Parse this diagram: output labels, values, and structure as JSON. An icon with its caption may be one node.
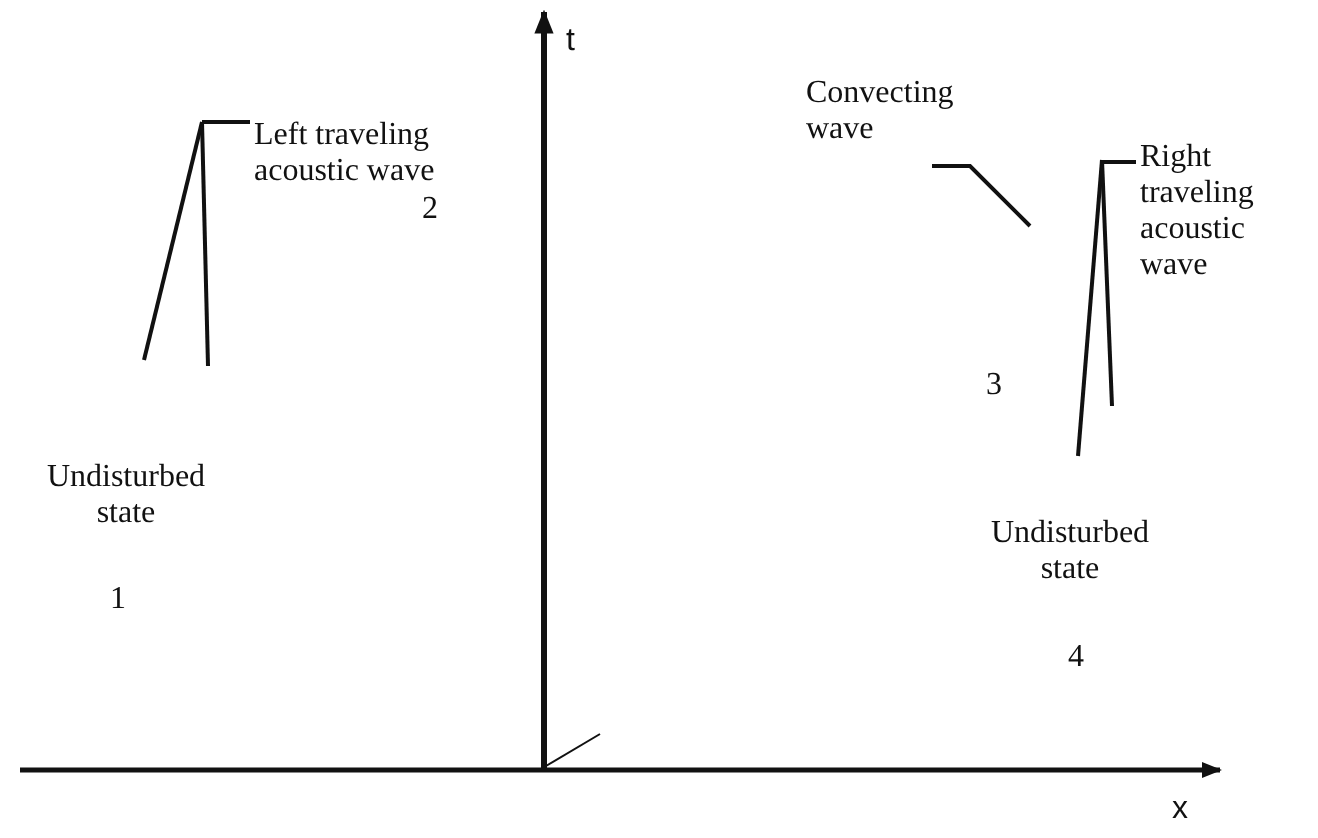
{
  "diagram": {
    "nodes": [
      {
        "text": [
          "Left traveling acoustic wave"
        ]
      },
      {
        "text": [
          "Convecting wave"
        ]
      },
      {
        "text": [
          "Right traveling acoustic wave"
        ]
      }
    ],
    "edges": [
      {
        "from": 0,
        "to": null,
        "arrow": "none"
      },
      {
        "from": 1,
        "to": null,
        "arrow": "none"
      },
      {
        "from": 2,
        "to": null,
        "arrow": "none"
      }
    ],
    "labels": [
      "t",
      "2",
      "3",
      "Undisturbed state",
      "Undisturbed state",
      "1",
      "4",
      "x"
    ]
  }
}
